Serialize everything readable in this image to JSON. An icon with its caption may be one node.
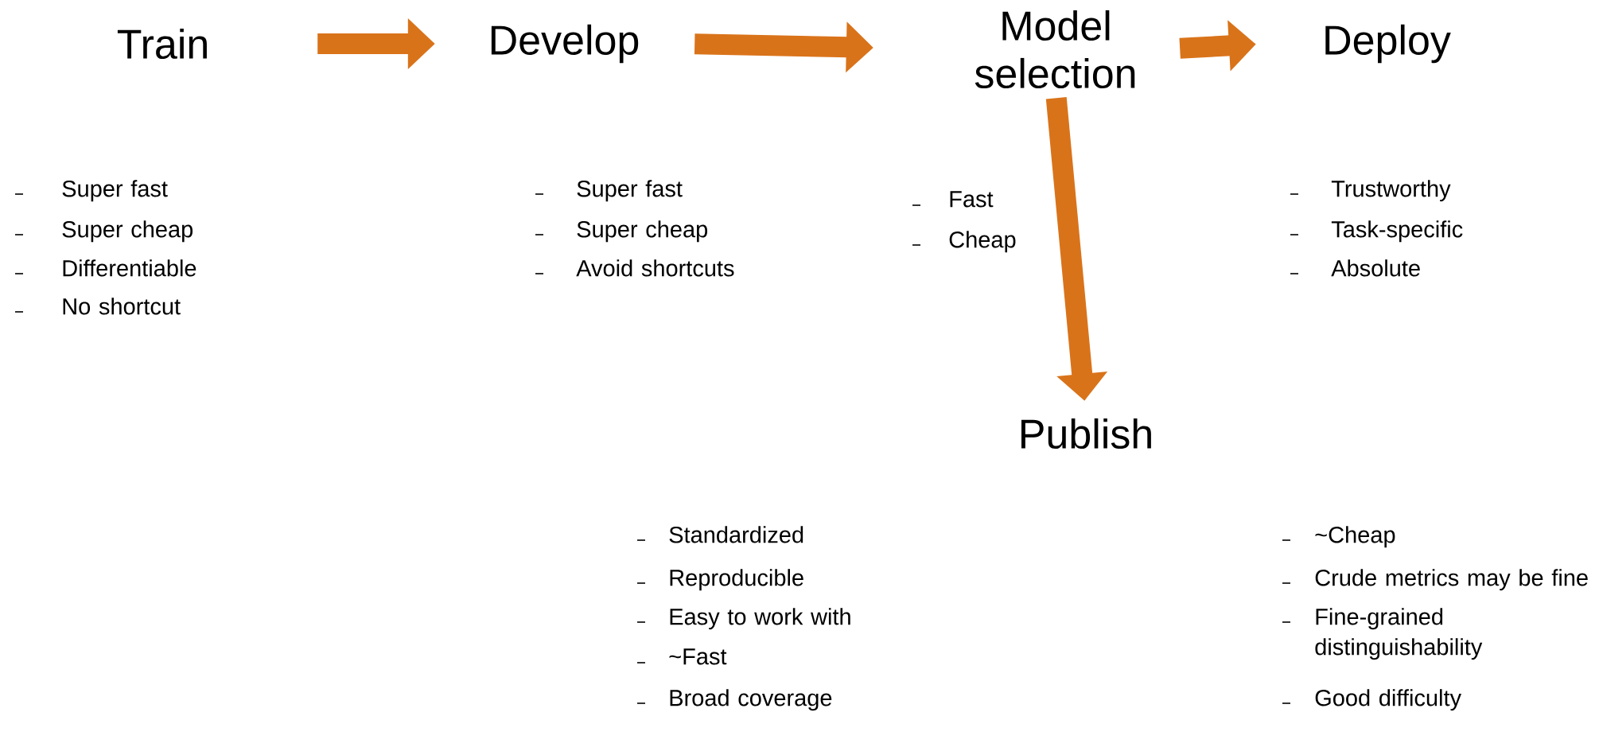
{
  "diagram": {
    "nodes": [
      {
        "text": [
          "Train"
        ],
        "beside": [
          "Super fast",
          "Super cheap",
          "Differentiable",
          "No shortcut"
        ]
      },
      {
        "text": [
          "Develop"
        ],
        "beside": [
          "Super fast",
          "Super cheap",
          "Avoid shortcuts"
        ]
      },
      {
        "text": [
          "Model selection"
        ],
        "beside": [
          "Fast",
          "Cheap"
        ]
      },
      {
        "text": [
          "Deploy"
        ],
        "beside": [
          "Trustworthy",
          "Task-specific",
          "Absolute"
        ]
      },
      {
        "text": [
          "Publish"
        ],
        "beside": [
          "Standardized",
          "Reproducible",
          "Easy to work with",
          "~Fast",
          "Broad coverage",
          "~Cheap",
          "Crude metrics may be fine",
          "Fine-grained distinguishability",
          "Good difficulty"
        ]
      }
    ],
    "edges": [
      {
        "from": 0,
        "to": 1,
        "arrow": "to"
      },
      {
        "from": 1,
        "to": 2,
        "arrow": "to"
      },
      {
        "from": 2,
        "to": 3,
        "arrow": "to"
      },
      {
        "from": 2,
        "to": 4,
        "arrow": "to"
      }
    ]
  }
}
